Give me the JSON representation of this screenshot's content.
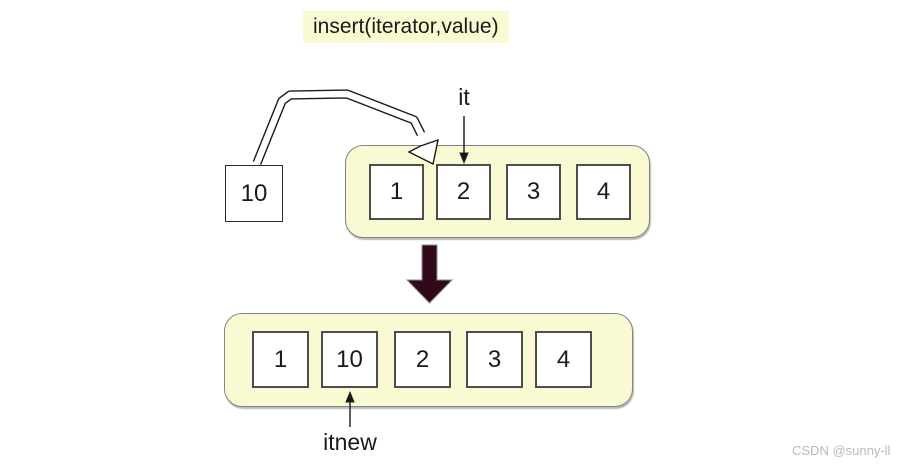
{
  "title": "insert(iterator,value)",
  "value_box": "10",
  "top_container": {
    "label": "it",
    "cells": [
      "1",
      "2",
      "3",
      "4"
    ]
  },
  "bottom_container": {
    "label": "itnew",
    "cells": [
      "1",
      "10",
      "2",
      "3",
      "4"
    ]
  },
  "watermark": "CSDN @sunny-ll",
  "colors": {
    "container_fill": "#fafad2",
    "container_border": "#848484",
    "cell_border": "#4d4d4d",
    "title_highlight": "#fafad2",
    "block_arrow_fill": "#300a1b",
    "arrow_line": "#1a1a1a",
    "watermark_gray": "#b9b9b9"
  }
}
